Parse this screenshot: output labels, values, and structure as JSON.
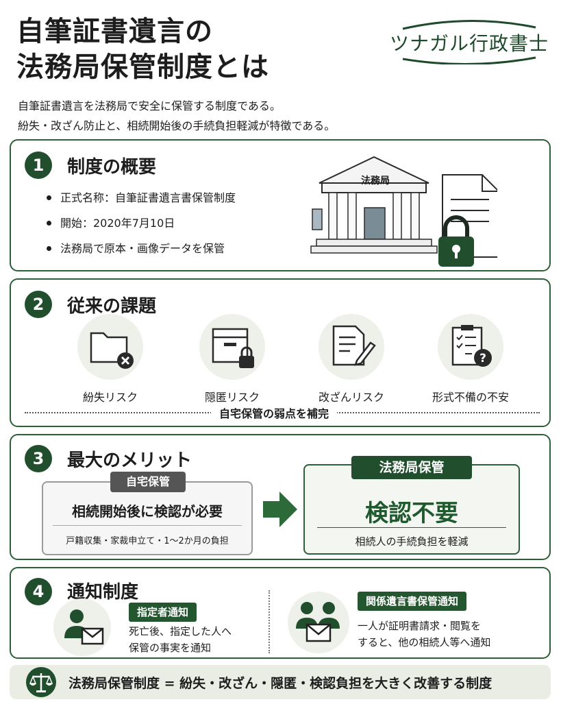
{
  "title": {
    "line1": "自筆証書遺言の",
    "line2": "法務局保管制度とは"
  },
  "brand": {
    "name": "ツナガル行政書士"
  },
  "intro": {
    "line1": "自筆証書遺言を法務局で安全に保管する制度である。",
    "line2": "紛失・改ざん防止と、相続開始後の手続負担軽減が特徴である。"
  },
  "colors": {
    "primary": "#214f2d",
    "accent": "#1e5a2e",
    "panel": "#eef1ea"
  },
  "section1": {
    "number": "1",
    "heading": "制度の概要",
    "bullets": [
      "正式名称：自筆証書遺言書保管制度",
      "開始：2020年7月10日",
      "法務局で原本・画像データを保管"
    ],
    "building_sign": "法務局",
    "icons": [
      "courthouse-icon",
      "document-icon",
      "lock-icon"
    ]
  },
  "section2": {
    "number": "2",
    "heading": "従来の課題",
    "risks": [
      {
        "label": "紛失リスク",
        "icon": "folder-x-icon"
      },
      {
        "label": "隠匿リスク",
        "icon": "box-lock-icon"
      },
      {
        "label": "改ざんリスク",
        "icon": "document-pen-icon"
      },
      {
        "label": "形式不備の不安",
        "icon": "clipboard-question-icon"
      }
    ],
    "note": "自宅保管の弱点を補完"
  },
  "section3": {
    "number": "3",
    "heading": "最大のメリット",
    "home": {
      "tag": "自宅保管",
      "main": "相続開始後に検認が必要",
      "sub": "戸籍収集・家裁申立て・1〜2か月の負担"
    },
    "office": {
      "tag": "法務局保管",
      "main": "検認不要",
      "sub": "相続人の手続負担を軽減"
    }
  },
  "section4": {
    "number": "4",
    "heading": "通知制度",
    "left": {
      "tag": "指定者通知",
      "line1": "死亡後、指定した人へ",
      "line2": "保管の事実を通知"
    },
    "right": {
      "tag": "関係遺言書保管通知",
      "line1": "一人が証明書請求・閲覧を",
      "line2": "すると、他の相続人等へ通知"
    }
  },
  "footer": {
    "text": "法務局保管制度 = 紛失・改ざん・隠匿・検認負担を大きく改善する制度",
    "icon": "scales-icon"
  }
}
